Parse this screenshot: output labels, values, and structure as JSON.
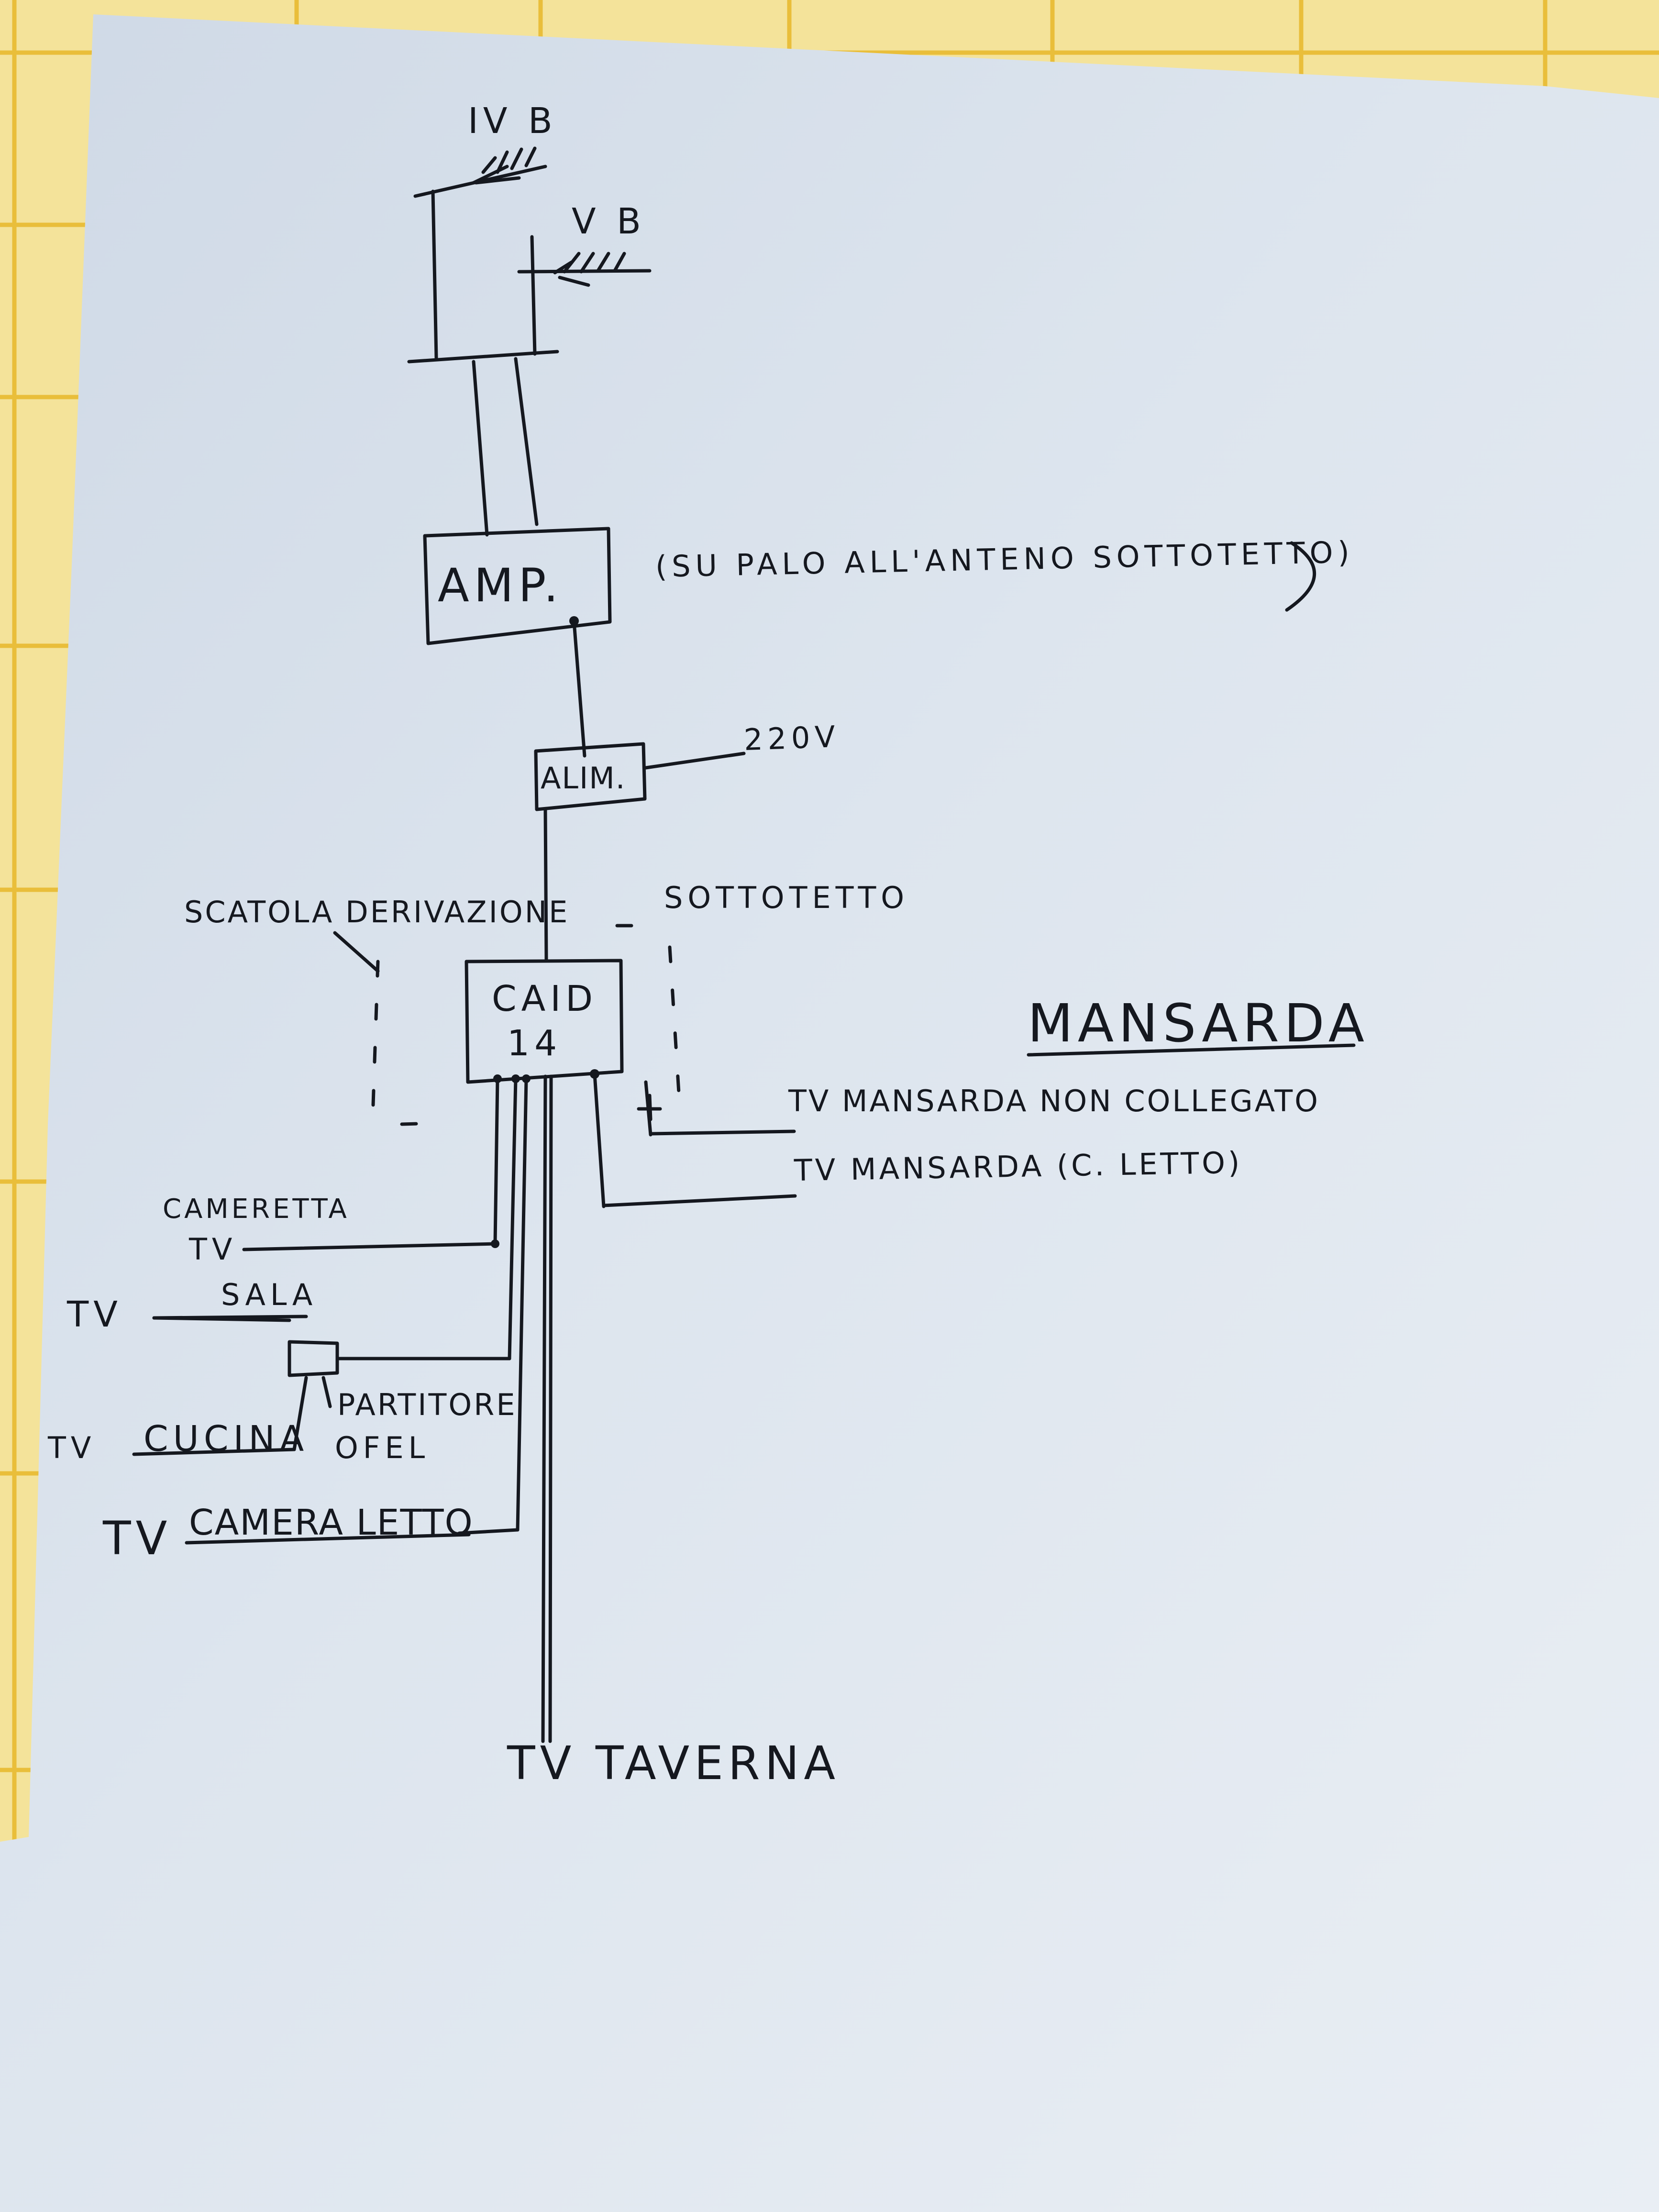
{
  "colors": {
    "paper": "#d4dde8",
    "paper_light": "#e6ecf3",
    "desk": "#f2dd8a",
    "grid": "#e8b82a",
    "ink": "#15181f"
  },
  "labels": {
    "antenna_1": "IV B",
    "antenna_2": "V B",
    "amp": "AMP.",
    "amp_note": "(SU PALO ALL'ANTENO SOTTOTETTO)",
    "psu": "ALIM.",
    "mains": "220V",
    "box": "SCATOLA DERIVAZIONE",
    "attic": "SOTTOTETTO",
    "cai_line1": "CAID",
    "cai_line2": "14",
    "mansarda": "MANSARDA",
    "tv_mansarda_1": "TV MANSARDA NON COLLEGATO",
    "tv_mansarda_2": "TV MANSARDA (C. LETTO)",
    "cameretta": "CAMERETTA",
    "cameretta_tv": "TV",
    "sala_tv": "TV",
    "sala": "SALA",
    "cucina_tv": "TV",
    "cucina": "CUCINA",
    "splitter_1": "PARTITORE",
    "splitter_2": "OFEL",
    "cameraletto_tv": "TV",
    "cameraletto": "CAMERA LETTO",
    "taverna": "TV TAVERNA"
  }
}
